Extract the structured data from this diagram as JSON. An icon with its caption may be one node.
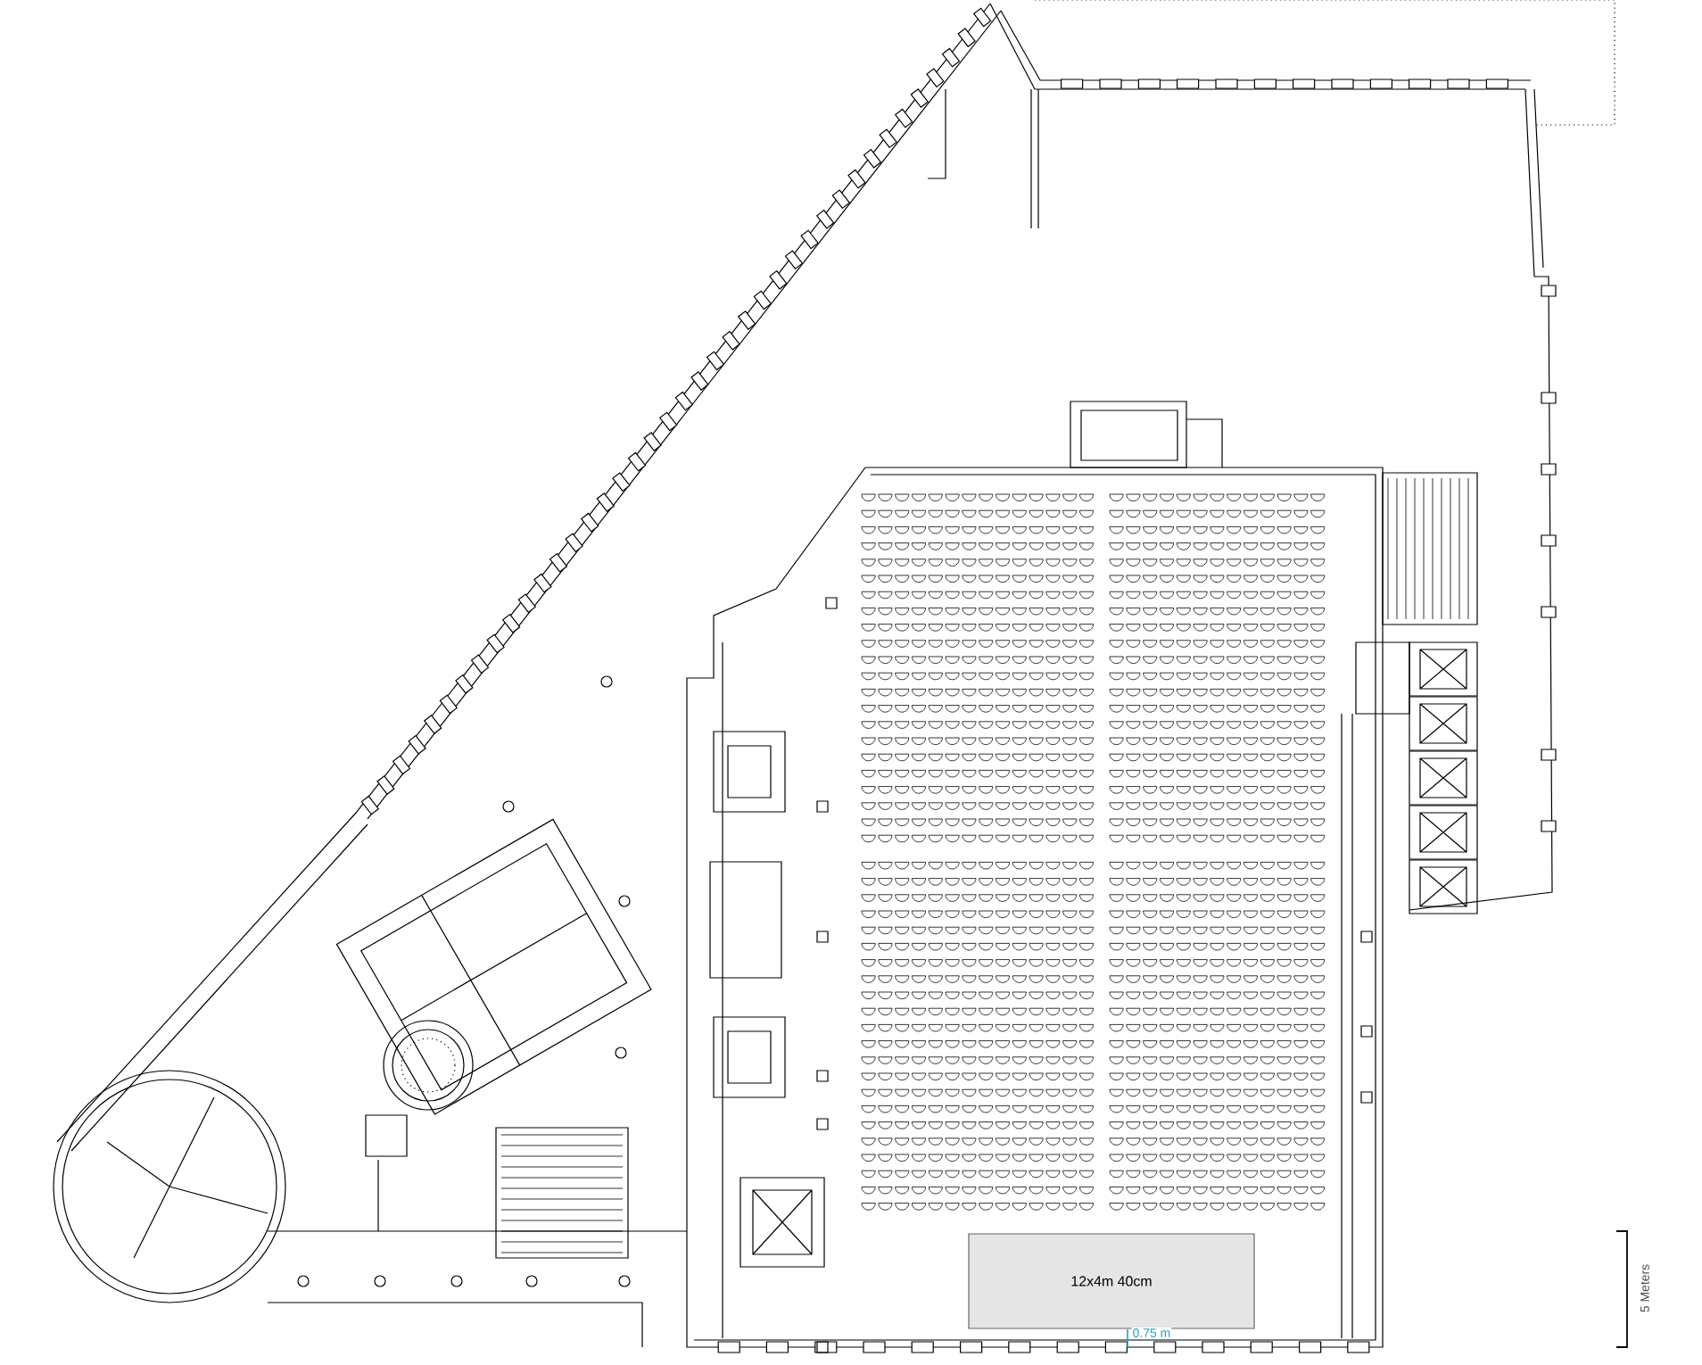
{
  "diagram": {
    "nodes": [
      {
        "text": [
          "12x4m 40cm"
        ]
      }
    ],
    "labels": [
      "0.75 m",
      "5 Meters"
    ]
  }
}
